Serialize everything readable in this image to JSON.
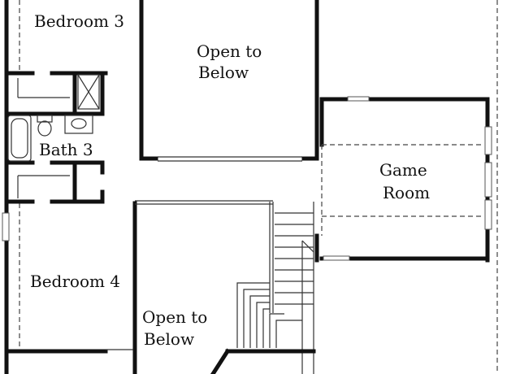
{
  "rooms": {
    "bedroom3": "Bedroom 3",
    "open_below_1_line1": "Open to",
    "open_below_1_line2": "Below",
    "bath3": "Bath 3",
    "game_room_line1": "Game",
    "game_room_line2": "Room",
    "bedroom4": "Bedroom 4",
    "open_below_2_line1": "Open to",
    "open_below_2_line2": "Below"
  }
}
